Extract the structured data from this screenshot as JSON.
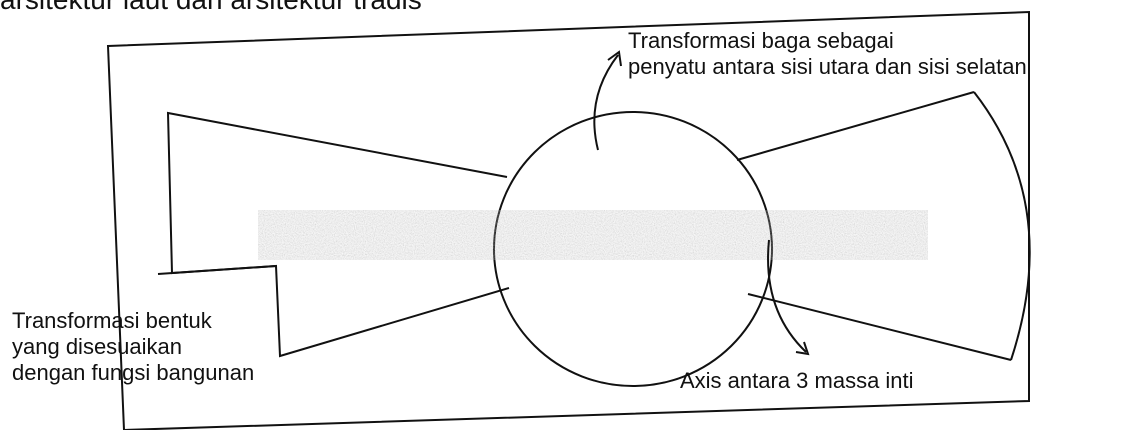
{
  "header": {
    "partial_text": "arsitektur laut dan arsitektur tradis"
  },
  "diagram": {
    "labels": {
      "top_line1": "Transformasi baga sebagai",
      "top_line2": "penyatu antara sisi utara dan sisi selatan",
      "left_line1": "Transformasi bentuk",
      "left_line2": "yang disesuaikan",
      "left_line3": "dengan fungsi bangunan",
      "axis": "Axis antara 3 massa inti"
    },
    "colors": {
      "ink": "#111111",
      "background": "#ffffff",
      "blurred_band": "#b8b8b8"
    }
  }
}
